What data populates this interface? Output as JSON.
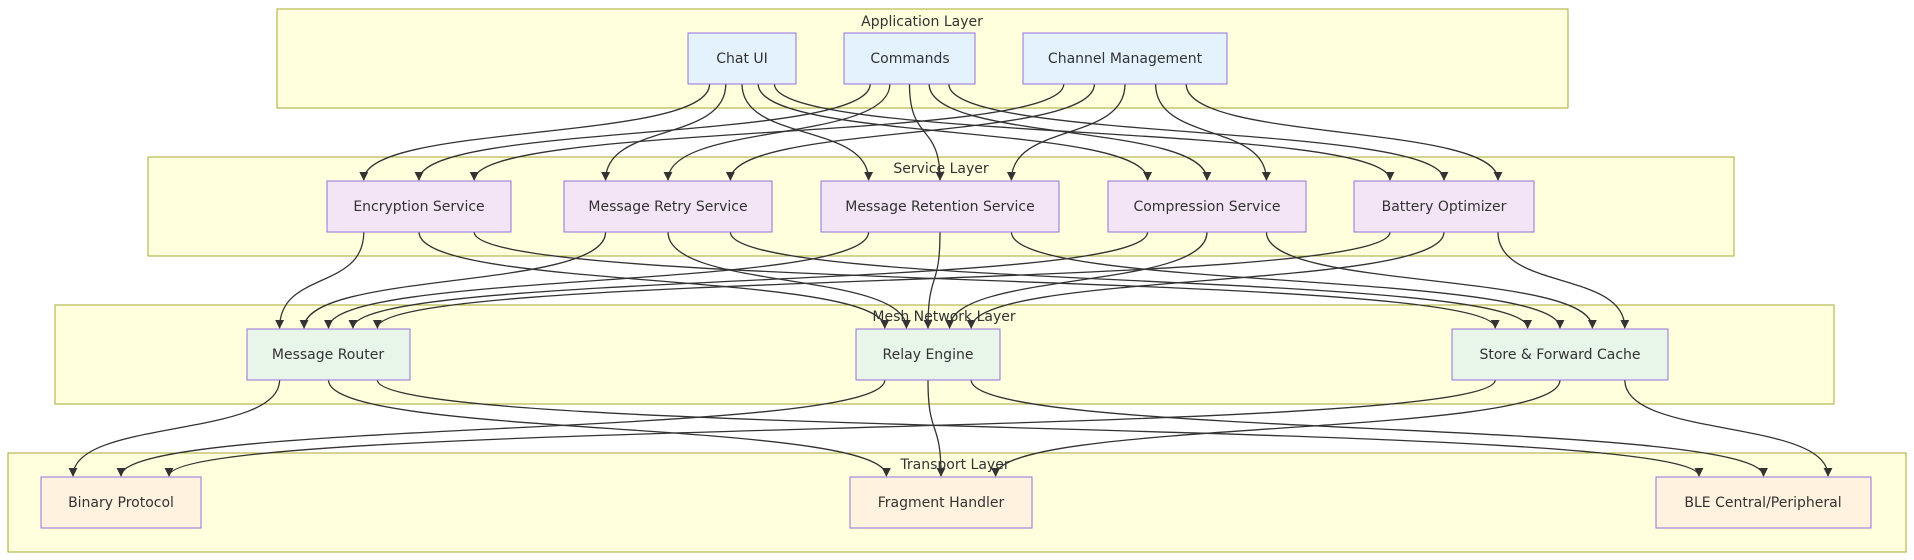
{
  "colors": {
    "layer_fill": "#ffffde",
    "layer_border": "#aaaa33",
    "node_border": "#9370db",
    "application_node": "#e3f2fd",
    "service_node": "#f3e5f5",
    "mesh_node": "#e8f5e9",
    "transport_node": "#fff3e0",
    "edge": "#333333"
  },
  "layers": {
    "application": "Application Layer",
    "service": "Service Layer",
    "mesh": "Mesh Network Layer",
    "transport": "Transport Layer"
  },
  "nodes": {
    "chat_ui": "Chat UI",
    "commands": "Commands",
    "channel_management": "Channel Management",
    "encryption_service": "Encryption Service",
    "message_retry_service": "Message Retry Service",
    "message_retention_service": "Message Retention Service",
    "compression_service": "Compression Service",
    "battery_optimizer": "Battery Optimizer",
    "message_router": "Message Router",
    "relay_engine": "Relay Engine",
    "store_forward_cache": "Store & Forward Cache",
    "binary_protocol": "Binary Protocol",
    "fragment_handler": "Fragment Handler",
    "ble_central_peripheral": "BLE Central/Peripheral"
  },
  "edges": [
    [
      "chat_ui",
      "encryption_service"
    ],
    [
      "chat_ui",
      "message_retry_service"
    ],
    [
      "chat_ui",
      "message_retention_service"
    ],
    [
      "chat_ui",
      "compression_service"
    ],
    [
      "chat_ui",
      "battery_optimizer"
    ],
    [
      "commands",
      "encryption_service"
    ],
    [
      "commands",
      "message_retry_service"
    ],
    [
      "commands",
      "message_retention_service"
    ],
    [
      "commands",
      "compression_service"
    ],
    [
      "commands",
      "battery_optimizer"
    ],
    [
      "channel_management",
      "encryption_service"
    ],
    [
      "channel_management",
      "message_retry_service"
    ],
    [
      "channel_management",
      "message_retention_service"
    ],
    [
      "channel_management",
      "compression_service"
    ],
    [
      "channel_management",
      "battery_optimizer"
    ],
    [
      "encryption_service",
      "message_router"
    ],
    [
      "encryption_service",
      "relay_engine"
    ],
    [
      "encryption_service",
      "store_forward_cache"
    ],
    [
      "message_retry_service",
      "message_router"
    ],
    [
      "message_retry_service",
      "relay_engine"
    ],
    [
      "message_retry_service",
      "store_forward_cache"
    ],
    [
      "message_retention_service",
      "message_router"
    ],
    [
      "message_retention_service",
      "relay_engine"
    ],
    [
      "message_retention_service",
      "store_forward_cache"
    ],
    [
      "compression_service",
      "message_router"
    ],
    [
      "compression_service",
      "relay_engine"
    ],
    [
      "compression_service",
      "store_forward_cache"
    ],
    [
      "battery_optimizer",
      "message_router"
    ],
    [
      "battery_optimizer",
      "relay_engine"
    ],
    [
      "battery_optimizer",
      "store_forward_cache"
    ],
    [
      "message_router",
      "binary_protocol"
    ],
    [
      "message_router",
      "fragment_handler"
    ],
    [
      "message_router",
      "ble_central_peripheral"
    ],
    [
      "relay_engine",
      "binary_protocol"
    ],
    [
      "relay_engine",
      "fragment_handler"
    ],
    [
      "relay_engine",
      "ble_central_peripheral"
    ],
    [
      "store_forward_cache",
      "binary_protocol"
    ],
    [
      "store_forward_cache",
      "fragment_handler"
    ],
    [
      "store_forward_cache",
      "ble_central_peripheral"
    ]
  ]
}
